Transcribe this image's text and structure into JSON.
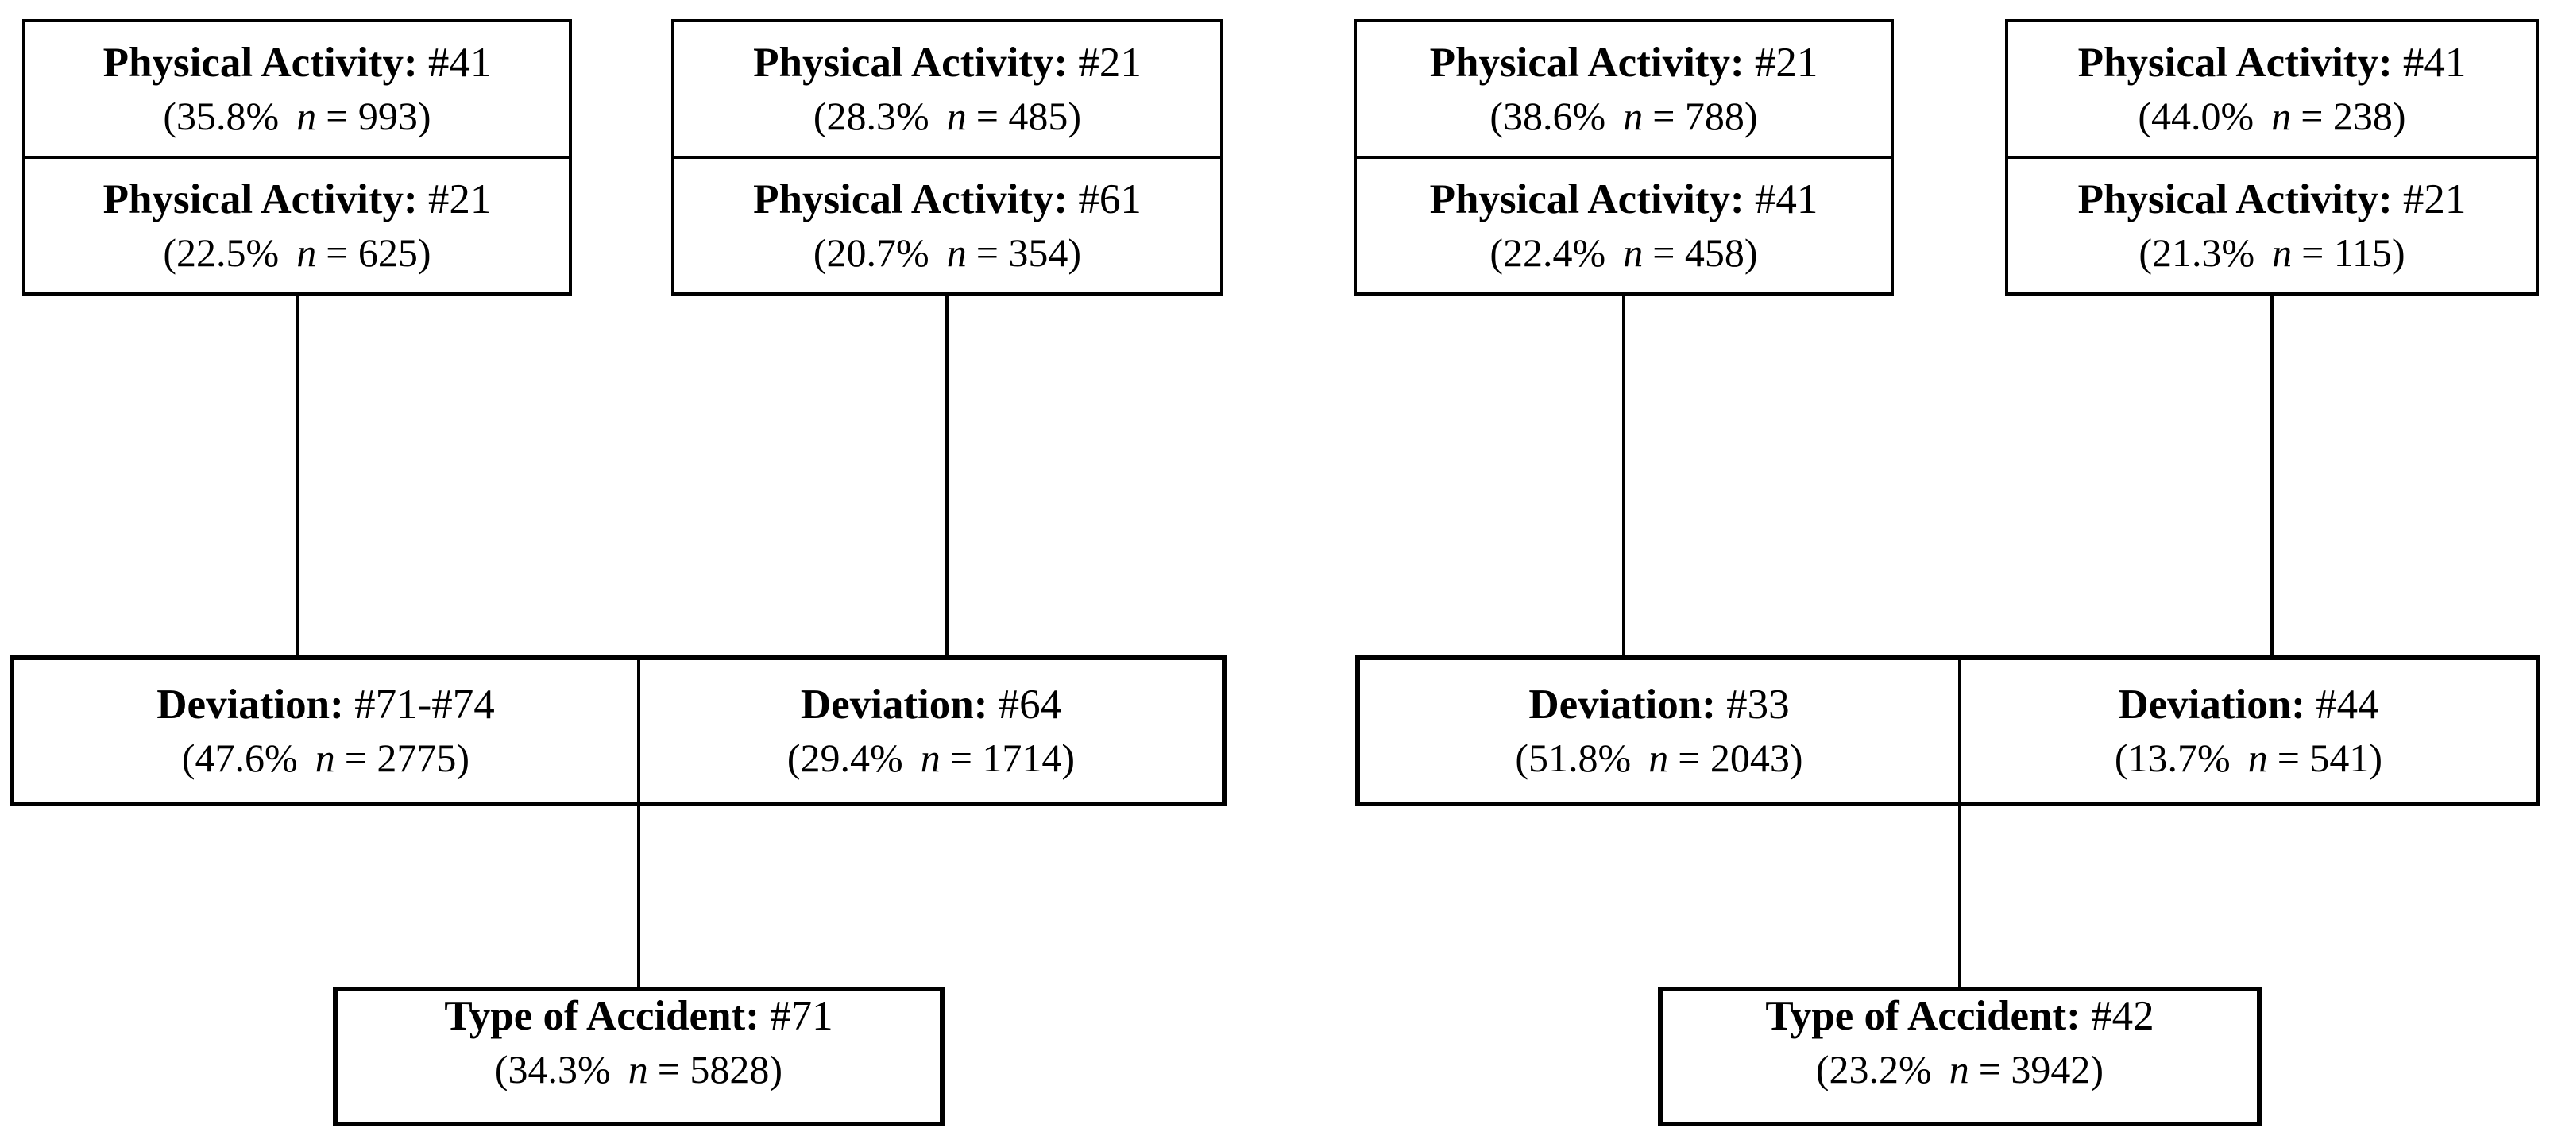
{
  "figure": {
    "n_symbol": "n",
    "diagrams": [
      {
        "id": "left",
        "top_boxes": [
          {
            "cells": [
              {
                "label": "Physical Activity:",
                "code": "#41",
                "pct": "(35.8%",
                "count": "= 993)"
              },
              {
                "label": "Physical Activity:",
                "code": "#21",
                "pct": "(22.5%",
                "count": "= 625)"
              }
            ]
          },
          {
            "cells": [
              {
                "label": "Physical Activity:",
                "code": "#21",
                "pct": "(28.3%",
                "count": "= 485)"
              },
              {
                "label": "Physical Activity:",
                "code": "#61",
                "pct": "(20.7%",
                "count": "= 354)"
              }
            ]
          }
        ],
        "deviation_cells": [
          {
            "label": "Deviation:",
            "code": "#71-#74",
            "pct": "(47.6%",
            "count": "= 2775)"
          },
          {
            "label": "Deviation:",
            "code": "#64",
            "pct": "(29.4%",
            "count": "= 1714)"
          }
        ],
        "accident": {
          "label": "Type of Accident:",
          "code": "#71",
          "pct": "(34.3%",
          "count": "= 5828)"
        }
      },
      {
        "id": "right",
        "top_boxes": [
          {
            "cells": [
              {
                "label": "Physical Activity:",
                "code": "#21",
                "pct": "(38.6%",
                "count": "= 788)"
              },
              {
                "label": "Physical Activity:",
                "code": "#41",
                "pct": "(22.4%",
                "count": "= 458)"
              }
            ]
          },
          {
            "cells": [
              {
                "label": "Physical Activity:",
                "code": "#41",
                "pct": "(44.0%",
                "count": "= 238)"
              },
              {
                "label": "Physical Activity:",
                "code": "#21",
                "pct": "(21.3%",
                "count": "= 115)"
              }
            ]
          }
        ],
        "deviation_cells": [
          {
            "label": "Deviation:",
            "code": "#33",
            "pct": "(51.8%",
            "count": "= 2043)"
          },
          {
            "label": "Deviation:",
            "code": "#44",
            "pct": "(13.7%",
            "count": "= 541)"
          }
        ],
        "accident": {
          "label": "Type of Accident:",
          "code": "#42",
          "pct": "(23.2%",
          "count": "= 3942)"
        }
      }
    ],
    "colors": {
      "line": "#000000",
      "background": "#ffffff",
      "text": "#000000"
    }
  }
}
